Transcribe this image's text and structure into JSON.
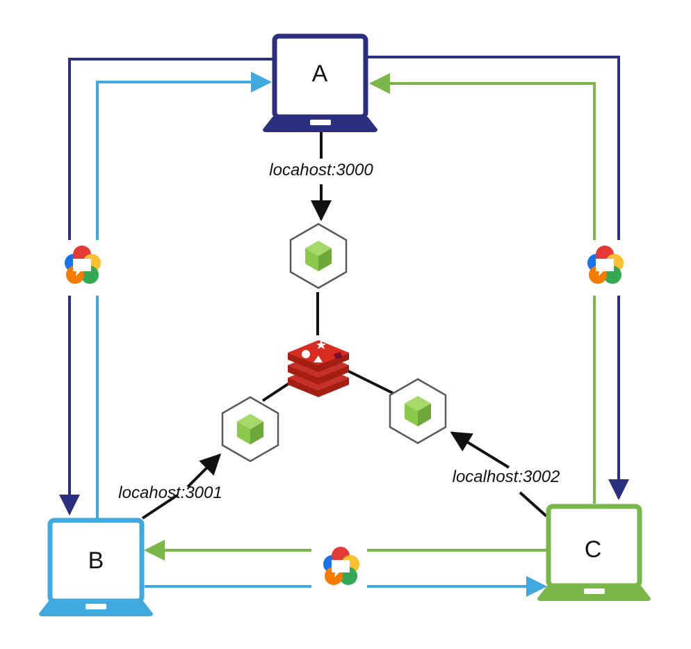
{
  "nodes": {
    "a": {
      "name": "A",
      "color": "#2B2F80",
      "port_label": "locahost:3000"
    },
    "b": {
      "name": "B",
      "color": "#3FA9E0",
      "port_label": "locahost:3001"
    },
    "c": {
      "name": "C",
      "color": "#7AB648",
      "port_label": "localhost:3002"
    }
  },
  "colors": {
    "node_box_stroke": "#5A5A5A",
    "node_cube": "#8CC84B",
    "redis": "#C6302B",
    "connector": "#111111"
  },
  "icons": {
    "laptop": "laptop-icon",
    "nodejs": "nodejs-box-icon",
    "redis": "redis-icon",
    "webrtc": "webrtc-icon"
  }
}
